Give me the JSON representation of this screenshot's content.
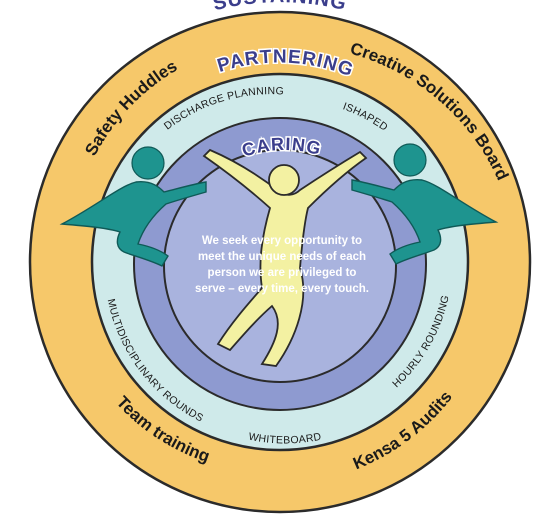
{
  "rings": {
    "outer": {
      "title": "SUSTAINING",
      "items": {
        "safety_huddles": "Safety Huddles",
        "creative_solutions_board": "Creative Solutions Board",
        "team_training": "Team training",
        "kensa_audits": "Kensa 5 Audits"
      }
    },
    "middle": {
      "title": "PARTNERING",
      "items": {
        "discharge_planning": "DISCHARGE PLANNING",
        "ishaped": "ISHAPED",
        "hourly_rounding": "HOURLY ROUNDING",
        "whiteboard": "WHITEBOARD",
        "multidisciplinary_rounds": "MULTIDISCIPLINARY ROUNDS"
      }
    },
    "inner": {
      "title": "CARING",
      "mission": [
        "We seek every opportunity to",
        "meet the unique needs of each",
        "person we are privileged to",
        "serve – every time, every touch."
      ]
    }
  },
  "colors": {
    "outer_ring": "#f6c86a",
    "middle_ring": "#cfeaea",
    "inner_ring": "#8e9ad0",
    "core": "#a9b3de",
    "ring_outline": "#2b2b2b",
    "title_text": "#3b3e8c",
    "teal_figures": "#1e948f",
    "yellow_figure": "#f3f1a2"
  },
  "icons": {
    "left_figure": "teal-person-reaching-icon",
    "right_figure": "teal-person-reaching-icon",
    "center_figure": "yellow-person-arms-raised-icon"
  }
}
